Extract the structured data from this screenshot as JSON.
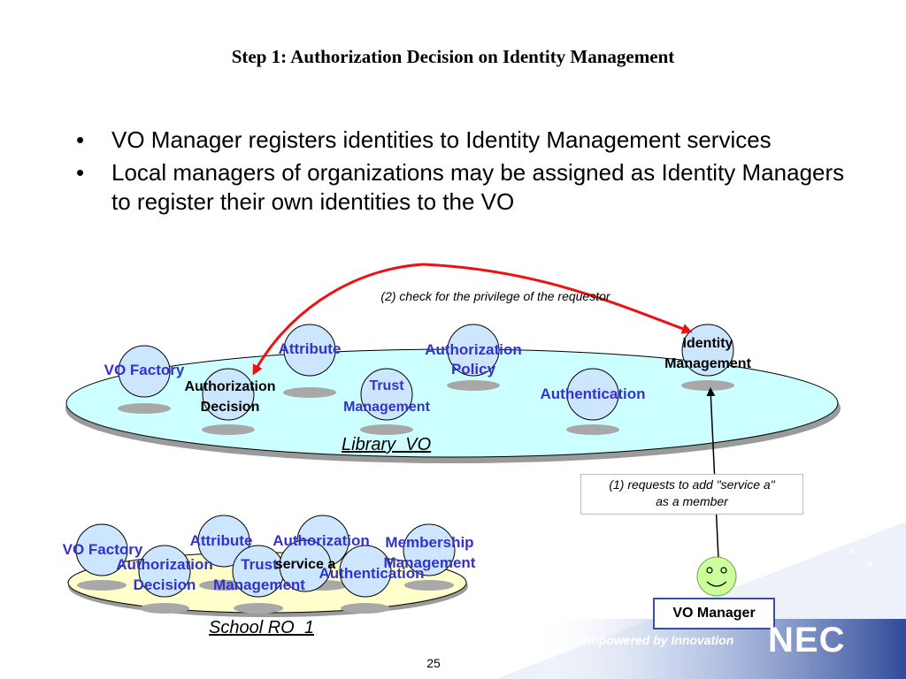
{
  "title": "Step 1: Authorization Decision on Identity Management",
  "bullets": [
    "VO Manager registers identities to Identity Management services",
    "Local managers of organizations may be assigned as Identity Managers to register their own identities to the VO"
  ],
  "bullet_symbol": "•",
  "library_vo": {
    "name": "Library  VO",
    "vo_factory": "VO Factory",
    "attribute": "Attribute",
    "authorization_policy": [
      "Authorization",
      "Policy"
    ],
    "authorization_decision": [
      "Authorization",
      "Decision"
    ],
    "trust_management": [
      "Trust",
      "Management"
    ],
    "authentication": "Authentication",
    "identity_management": [
      "Identity",
      "Management"
    ]
  },
  "school_ro": {
    "name": "School RO_1",
    "vo_factory": "VO Factory",
    "attribute": "Attribute",
    "authorization": "Authorization",
    "membership_management": [
      "Membership",
      "Management"
    ],
    "authorization_decision": [
      "Authorization",
      "Decision"
    ],
    "trust_management": [
      "Trust",
      "Management"
    ],
    "service_a": "service a",
    "authentication": "Authentication"
  },
  "annotations": {
    "check_privilege": "(2) check for the privilege of the requestor",
    "request_add": [
      "(1) requests to add \"service a\"",
      "as a member"
    ]
  },
  "vo_manager": "VO Manager",
  "footer": {
    "tagline": "Empowered by Innovation",
    "brand": "NEC",
    "page_number": "25"
  },
  "colors": {
    "library_ellipse": "#ccffff",
    "school_ellipse": "#ffffcc",
    "service_node": "#cce6ff",
    "label_blue": "#3333cc",
    "arrow_red": "#ee1111",
    "smiley": "#ccff99",
    "footer_band": "#2f4a9a"
  }
}
